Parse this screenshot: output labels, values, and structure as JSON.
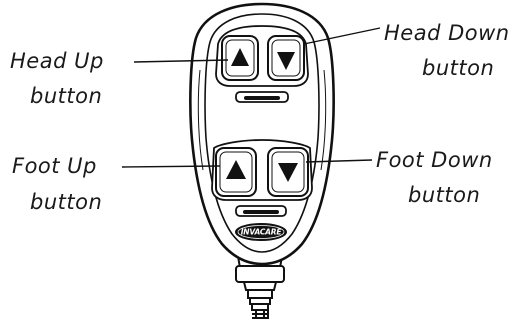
{
  "callouts": {
    "head_up": {
      "line1": "Head Up",
      "line2": "button"
    },
    "head_down": {
      "line1": "Head Down",
      "line2": "button"
    },
    "foot_up": {
      "line1": "Foot Up",
      "line2": "button"
    },
    "foot_down": {
      "line1": "Foot Down",
      "line2": "button"
    },
    "text_color": "#1a1a1a"
  },
  "device": {
    "brand_logo_text": "INVACARE",
    "body_color": "#ffffff",
    "outline_color": "#111111",
    "button_arrow_color": "#111111",
    "buttons": [
      {
        "id": "head-up",
        "arrow": "up-triangle-icon"
      },
      {
        "id": "head-down",
        "arrow": "down-triangle-icon"
      },
      {
        "id": "foot-up",
        "arrow": "up-triangle-icon"
      },
      {
        "id": "foot-down",
        "arrow": "down-triangle-icon"
      }
    ]
  }
}
